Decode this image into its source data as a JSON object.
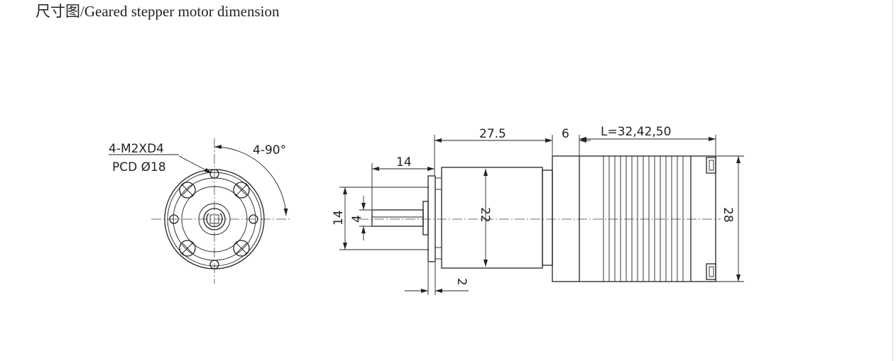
{
  "title": "尺寸图/Geared stepper motor dimension",
  "front_view": {
    "hole_spec": "4-M2XD4",
    "pcd": "PCD Ø18",
    "angle": "4-90°"
  },
  "side_view": {
    "gearbox_length": "27.5",
    "flange_length": "6",
    "motor_length": "L=32,42,50",
    "shaft_length": "14",
    "flange_height": "14",
    "shaft_diameter": "4",
    "gearbox_diameter": "22",
    "motor_diameter": "28",
    "flange_thickness": "2"
  },
  "colors": {
    "line": "#222222",
    "background": "#ffffff"
  }
}
